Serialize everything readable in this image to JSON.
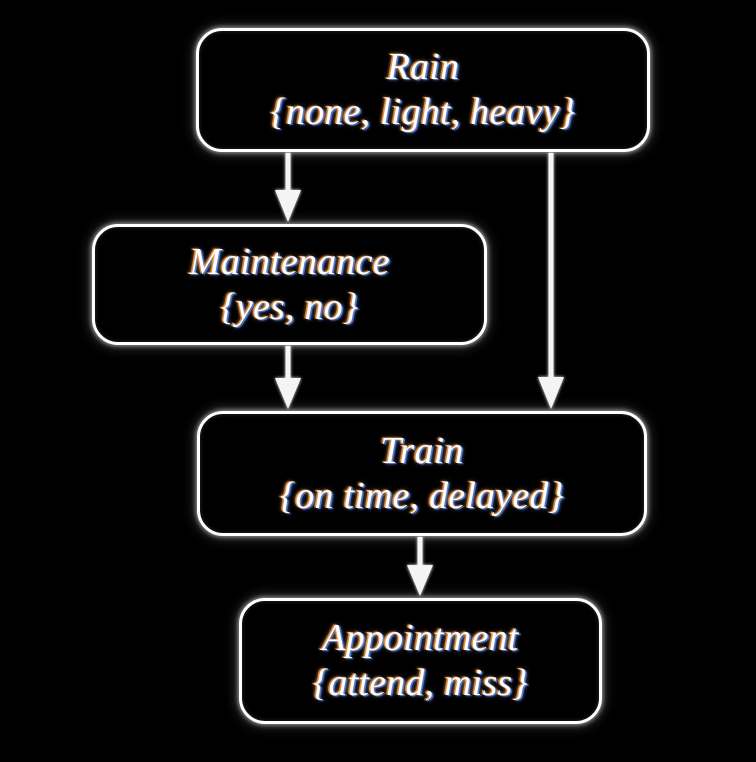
{
  "diagram": {
    "type": "bayesian-network",
    "title": "",
    "background_color": "#000000",
    "node_border_color": "#ffffff",
    "node_fill_color": "#000000",
    "text_color": "#fdfdfd",
    "edge_color": "#f4f4f4",
    "nodes": [
      {
        "id": "rain",
        "name": "Rain",
        "states_label": "{none, light, heavy}",
        "states": [
          "none",
          "light",
          "heavy"
        ]
      },
      {
        "id": "maintenance",
        "name": "Maintenance",
        "states_label": "{yes, no}",
        "states": [
          "yes",
          "no"
        ]
      },
      {
        "id": "train",
        "name": "Train",
        "states_label": "{on time, delayed}",
        "states": [
          "on time",
          "delayed"
        ]
      },
      {
        "id": "appointment",
        "name": "Appointment",
        "states_label": "{attend, miss}",
        "states": [
          "attend",
          "miss"
        ]
      }
    ],
    "edges": [
      {
        "id": "rain-to-maintenance",
        "from": "Rain",
        "to": "Maintenance",
        "arrow": "down"
      },
      {
        "id": "rain-to-train",
        "from": "Rain",
        "to": "Train",
        "arrow": "down"
      },
      {
        "id": "maintenance-to-train",
        "from": "Maintenance",
        "to": "Train",
        "arrow": "down"
      },
      {
        "id": "train-to-appointment",
        "from": "Train",
        "to": "Appointment",
        "arrow": "down"
      }
    ]
  }
}
